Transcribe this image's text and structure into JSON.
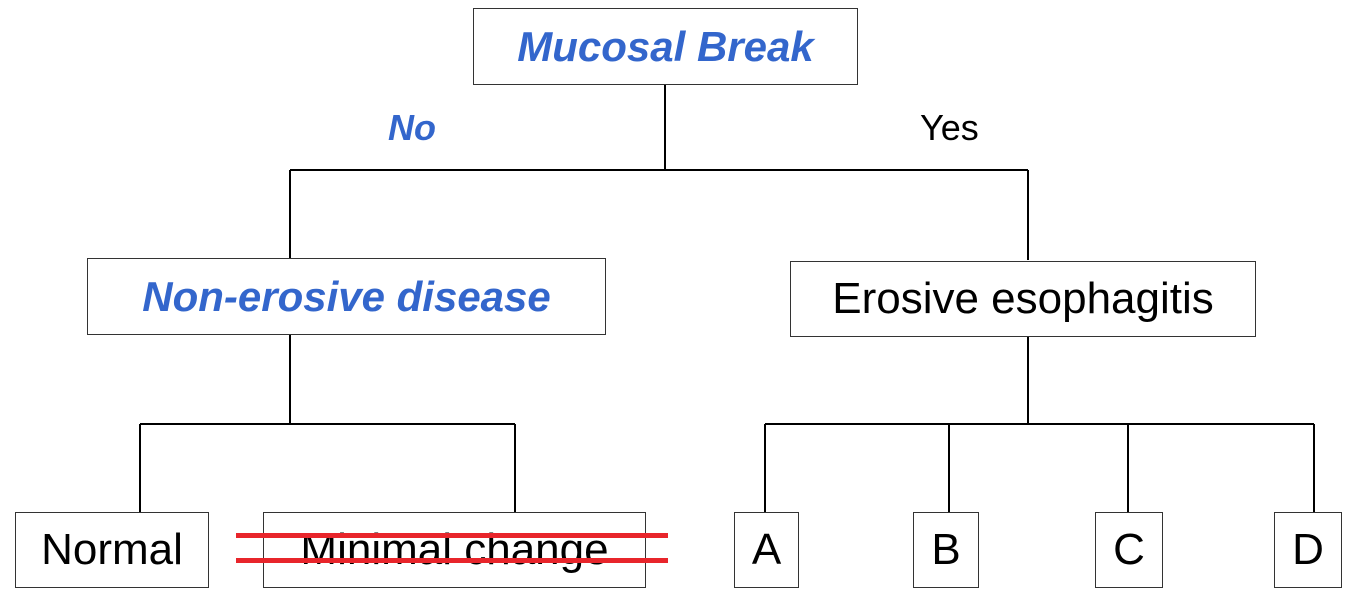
{
  "diagram": {
    "root": {
      "label": "Mucosal Break"
    },
    "branches": {
      "no_label": "No",
      "yes_label": "Yes"
    },
    "left_node": {
      "label": "Non-erosive disease"
    },
    "right_node": {
      "label": "Erosive esophagitis"
    },
    "left_children": [
      {
        "label": "Normal"
      },
      {
        "label": "Minimal change",
        "struck_out": true
      }
    ],
    "right_children": [
      {
        "label": "A"
      },
      {
        "label": "B"
      },
      {
        "label": "C"
      },
      {
        "label": "D"
      }
    ],
    "colors": {
      "highlight": "#3366cc",
      "strike": "#e8252b",
      "line": "#000000"
    }
  }
}
